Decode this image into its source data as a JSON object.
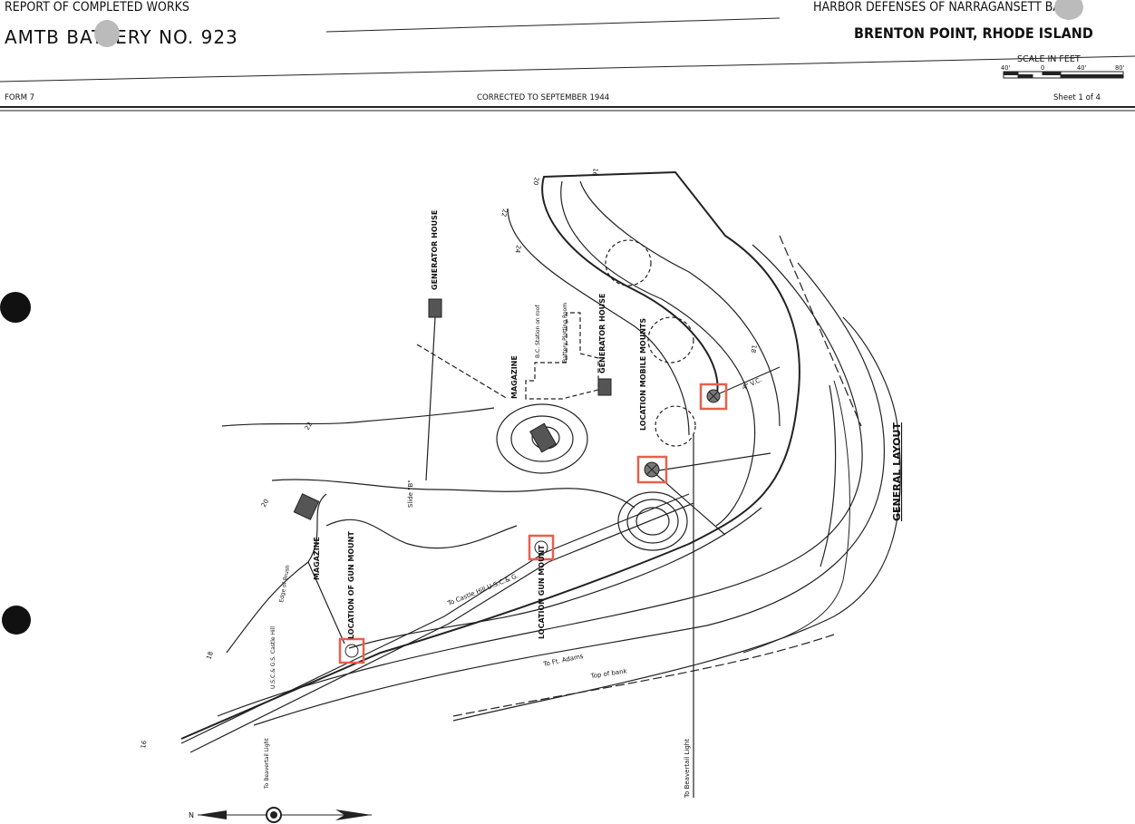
{
  "header": {
    "report_title": "REPORT OF COMPLETED WORKS",
    "battery_title": "AMTB BATTERY NO. 923",
    "command": "HARBOR DEFENSES OF NARRAGANSETT BAY",
    "location": "BRENTON POINT, RHODE ISLAND",
    "scale_label": "SCALE IN FEET",
    "scale_ticks": [
      "40'",
      "0",
      "40'",
      "80'"
    ],
    "form": "FORM 7",
    "corrected": "CORRECTED TO SEPTEMBER 1944",
    "sheet": "Sheet 1 of 4"
  },
  "map": {
    "title": "GENERAL LAYOUT",
    "labels": {
      "generator_house_1": "GENERATOR HOUSE",
      "generator_house_2": "GENERATOR HOUSE",
      "magazine_1": "MAGAZINE",
      "magazine_2": "MAGAZINE",
      "mobile_mounts": "LOCATION MOBILE MOUNTS",
      "gun_mount_1": "LOCATION OF GUN MOUNT",
      "gun_mount_2": "LOCATION GUN MOUNT",
      "castle_hill": "To Castle Hill U.S.C.& G.",
      "ft_adams": "To Ft. Adams",
      "top_of_bank": "Top of bank",
      "beavertail": "To Beavertail Light",
      "beavertail_2": "To Beavertail Light",
      "slide_b": "Slide \"B\"",
      "edge_brush": "Edge of Brush",
      "uscgs": "U.S.C.& G.S. Castle Hill",
      "bc_station": "B.C. Station on roof",
      "battery_plotting": "Battery Plotting Room",
      "conduit": "4\" V.C."
    },
    "contours": [
      "16",
      "18",
      "20",
      "22",
      "24",
      "16",
      "18",
      "20",
      "22"
    ],
    "highlight_color": "#e8604c"
  },
  "compass": {
    "north": "N"
  }
}
